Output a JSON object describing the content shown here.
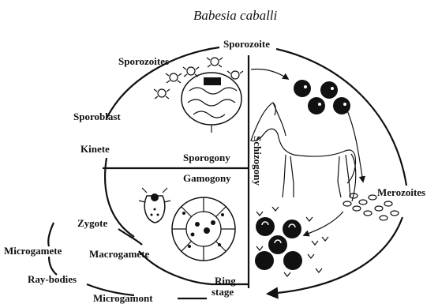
{
  "title": "Babesia caballi",
  "labels": {
    "sporozoite": "Sporozoite",
    "sporozoites": "Sporozoites",
    "sporoblast": "Sporoblast",
    "kinete": "Kinete",
    "sporogony": "Sporogony",
    "gamogony": "Gamogony",
    "schizogony": "Schizogony",
    "merozoites": "Merozoites",
    "zygote": "Zygote",
    "microgamete": "Microgamete",
    "macrogamete": "Macrogamete",
    "ray_bodies": "Ray-bodies",
    "microgamont": "Microgamont",
    "ring_stage_1": "Ring",
    "ring_stage_2": "stage"
  }
}
